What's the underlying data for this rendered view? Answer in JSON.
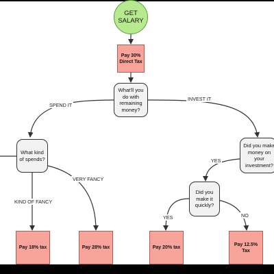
{
  "nodes": {
    "start": "GET SALARY",
    "direct_tax": "Pay 30% Direct Tax",
    "q_remaining": "What'll you do with remaining money?",
    "q_spends": "What kind of spends?",
    "q_invest": "Did you make money on your investment?",
    "q_quickly": "Did you make it quickly?",
    "tax_18": "Pay 18% tax",
    "tax_28": "Pay 28% tax",
    "tax_20": "Pay 20% tax",
    "tax_12_5": "Pay 12.5% Tax"
  },
  "edge_labels": {
    "spend_it": "SPEND IT",
    "invest_it": "INVEST IT",
    "kind_of_fancy": "KIND OF FANCY",
    "very_fancy": "VERY FANCY",
    "yes_invest": "YES",
    "yes_quick": "YES",
    "no_quick": "NO"
  },
  "colors": {
    "start_fill": "#b7ea8e",
    "tax_fill": "#f9a49b",
    "question_fill": "#f2f2f2",
    "line": "#333333"
  }
}
